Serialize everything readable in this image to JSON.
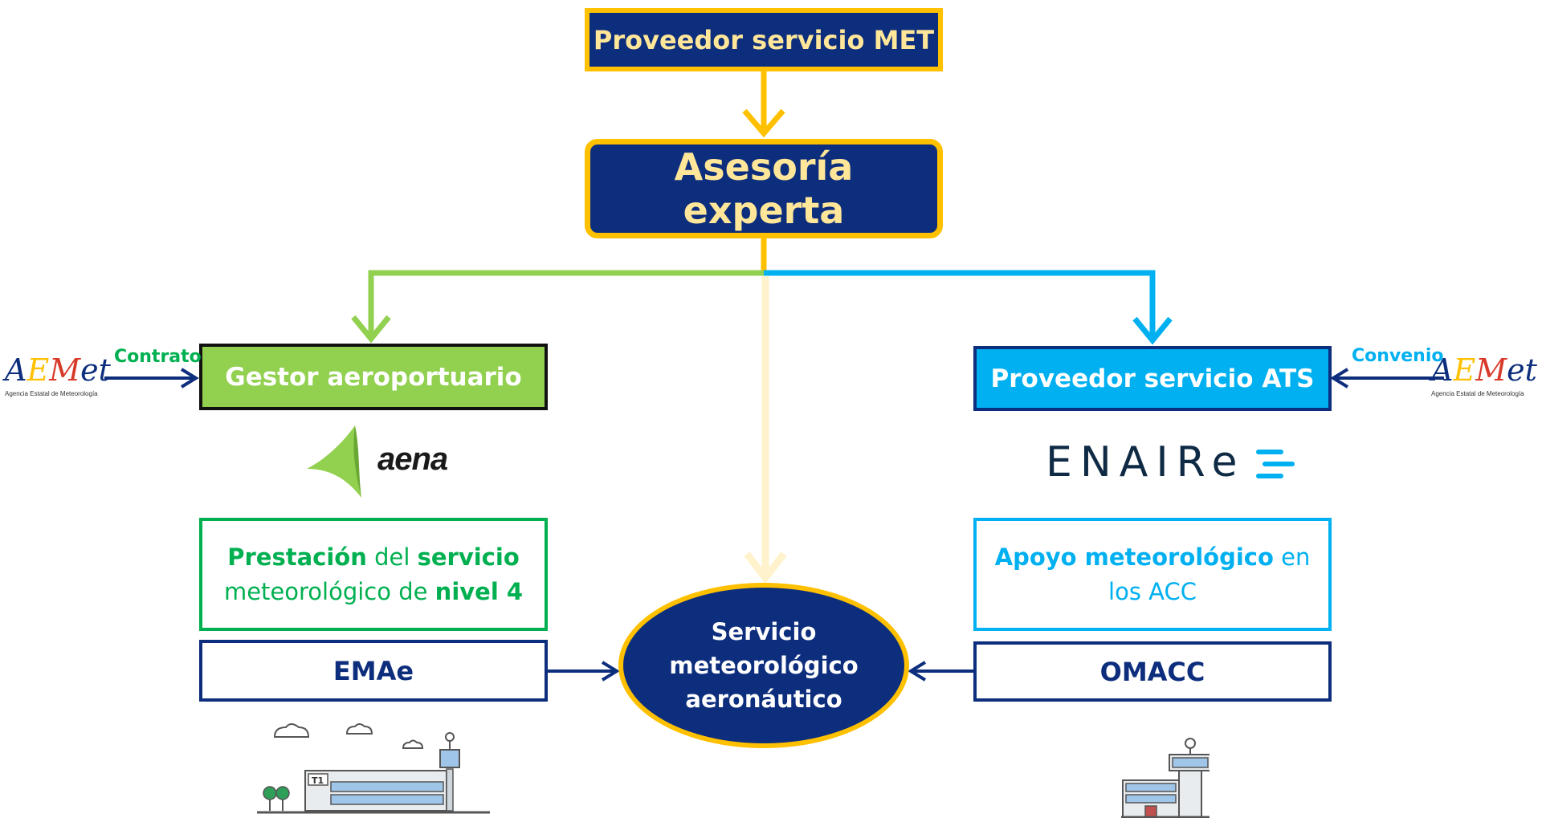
{
  "boxes": {
    "met_provider": "Proveedor servicio MET",
    "expert": "Asesoría experta",
    "airport_manager": "Gestor aeroportuario",
    "ats_provider": "Proveedor servicio ATS"
  },
  "left_desc": {
    "part1": "Prestación",
    "part2": " del ",
    "part3": "servicio",
    "part4": "meteorológico de ",
    "part5": "nivel 4"
  },
  "right_desc": {
    "part1": "Apoyo meteorológico",
    "part2": " en",
    "line2": "los ACC"
  },
  "units": {
    "left": "EMAe",
    "right": "OMACC"
  },
  "center": {
    "line1": "Servicio",
    "line2": "meteorológico",
    "line3": "aeronáutico"
  },
  "relations": {
    "left": "Contrato",
    "right": "Convenio"
  },
  "logos": {
    "aemet_word": "AEMet",
    "aemet_sub": "Agencia Estatal de Meteorología",
    "aena": "aena",
    "enaire": "ENAIRe",
    "terminal_label": "T1"
  },
  "colors": {
    "navy": "#0d2e7d",
    "gold": "#ffc000",
    "pale_gold": "#fff2cc",
    "green": "#92d050",
    "dark_green": "#00b050",
    "light_blue": "#00b0f0"
  }
}
